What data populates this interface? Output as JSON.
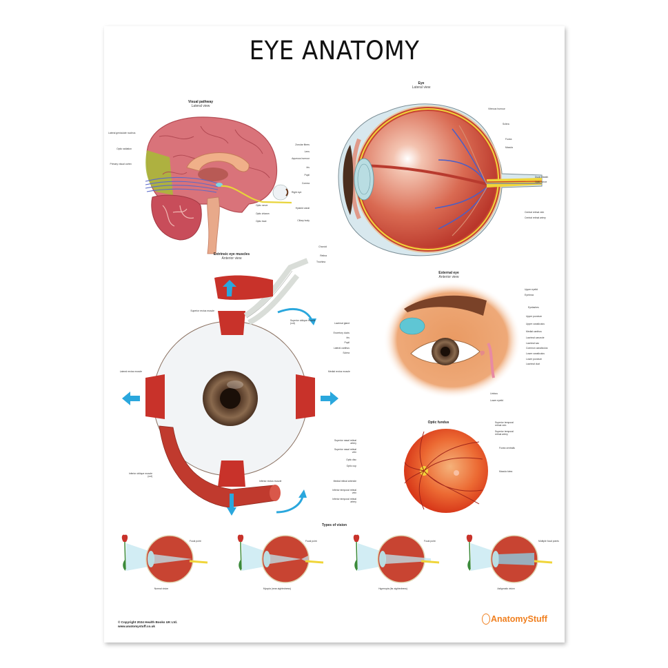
{
  "poster": {
    "title": "EYE ANATOMY",
    "colors": {
      "flesh": "#c9554a",
      "brain": "#d9737a",
      "sclera": "#eef3f6",
      "iris": "#5b3a22",
      "muscle": "#c8322a",
      "arrow": "#2aa7dd",
      "skin": "#e9a06a",
      "fundus": "#e0481f",
      "optic": "#f2d33a",
      "logo": "#f07f1e"
    }
  },
  "visual_pathway": {
    "title": "Visual pathway",
    "subtitle": "Lateral view",
    "labels_left": [
      "Lateral geniculate nucleus",
      "Optic radiation",
      "Primary visual cortex"
    ],
    "labels_right": [
      "Right eye",
      "Optic nerve",
      "Optic chiasm",
      "Optic tract"
    ]
  },
  "eye_lateral": {
    "title": "Eye",
    "subtitle": "Lateral view",
    "labels_left": [
      "Zonular fibres",
      "Lens",
      "Aqueous humour",
      "Iris",
      "Pupil",
      "Cornea",
      "Hyaloid canal",
      "Ciliary body",
      "Choroid",
      "Retina"
    ],
    "labels_right": [
      "Vitreous humour",
      "Sclera",
      "Fovea",
      "Macula",
      "Dural sheath",
      "Optic nerve",
      "Central retinal vein",
      "Central retinal artery"
    ]
  },
  "extrinsic_muscles": {
    "title": "Extrinsic eye muscles",
    "subtitle": "Anterior view",
    "labels": [
      "Trochlea",
      "Superior rectus muscle",
      "Superior oblique muscle (cut)",
      "Lateral rectus muscle",
      "Medial rectus muscle",
      "Inferior oblique muscle (cut)",
      "Inferior rectus muscle"
    ]
  },
  "external_eye": {
    "title": "External eye",
    "subtitle": "Anterior view",
    "labels_left": [
      "Lacrimal gland",
      "Excretory ducts",
      "Iris",
      "Pupil",
      "Lateral canthus",
      "Sclera"
    ],
    "labels_right": [
      "Upper eyelid",
      "Eyebrow",
      "Eyelashes",
      "Upper punctum",
      "Upper canaliculus",
      "Medial canthus",
      "Lacrimal caruncle",
      "Lacrimal sac",
      "Common canaliculus",
      "Lower canaliculus",
      "Lower punctum",
      "Lacrimal duct"
    ],
    "labels_bottom": [
      "Limbus",
      "Lower eyelid"
    ]
  },
  "optic_fundus": {
    "title": "Optic fundus",
    "labels_left": [
      "Superior nasal retinal artery",
      "Superior nasal retinal vein",
      "Optic disc",
      "Optic cup",
      "Medial retinal arteriole",
      "Inferior temporal retinal vein",
      "Inferior temporal retinal artery"
    ],
    "labels_right": [
      "Superior temporal retinal vein",
      "Superior temporal retinal artery",
      "Fovea centralis",
      "Macula lutea"
    ]
  },
  "types_of_vision": {
    "title": "Types of vision",
    "items": [
      {
        "caption": "Normal vision",
        "label": "Focal point"
      },
      {
        "caption": "Myopia (near-sightedness)",
        "label": "Focal point"
      },
      {
        "caption": "Hyperopia (far-sightedness)",
        "label": "Focal point"
      },
      {
        "caption": "Astigmatic vision",
        "label": "Multiple focal points"
      }
    ]
  },
  "footer": {
    "copyright": "© Copyright 2024 Health Books UK Ltd.",
    "website": "www.anatomystuff.co.uk",
    "brand": "AnatomyStuff"
  }
}
